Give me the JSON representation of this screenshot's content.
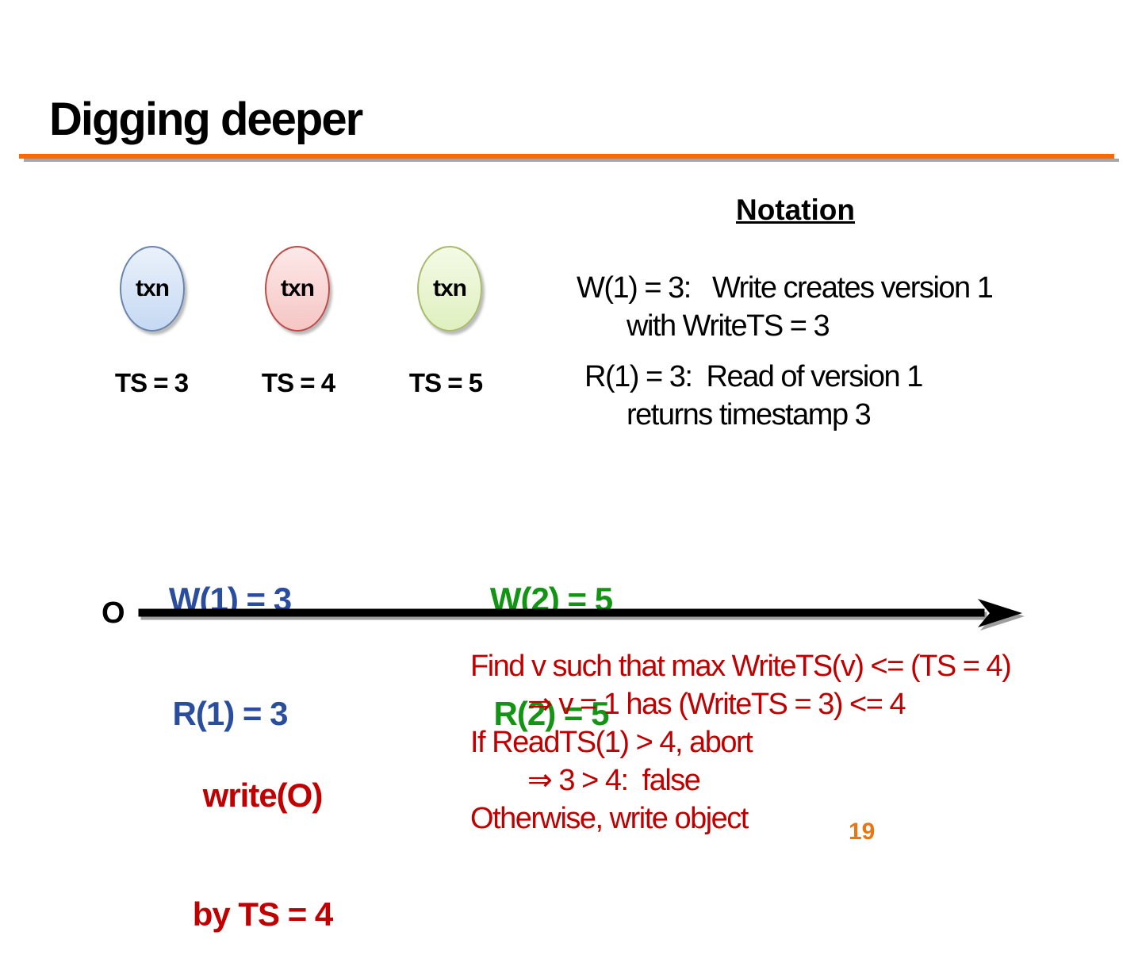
{
  "slide": {
    "title": "Digging deeper",
    "page_number": "19"
  },
  "transactions": [
    {
      "label": "txn",
      "ts_label": "TS = 3",
      "fill": "#C6D9F3",
      "border": "#6B84AE"
    },
    {
      "label": "txn",
      "ts_label": "TS = 4",
      "fill": "#F5C6C4",
      "border": "#BE4B48"
    },
    {
      "label": "txn",
      "ts_label": "TS = 5",
      "fill": "#DFF0BF",
      "border": "#A9BA6C"
    }
  ],
  "notation": {
    "heading": "Notation",
    "line1": "W(1) = 3:   Write creates version 1",
    "line2": "with WriteTS = 3",
    "line3": "R(1) = 3:  Read of version 1",
    "line4": "returns timestamp 3"
  },
  "timeline": {
    "object_label": "O",
    "version1": {
      "line1": "W(1) = 3",
      "line2": "R(1) = 3",
      "color": "#2A4D9E"
    },
    "version2": {
      "line1": "W(2) = 5",
      "line2": "R(2) = 5",
      "color": "#149414"
    }
  },
  "write_attempt": {
    "line1": "write(O)",
    "line2": "by TS = 4",
    "color": "#C00000"
  },
  "algorithm": {
    "lines": [
      {
        "text": "Find v such that max WriteTS(v) <= (TS = 4)",
        "indent": false
      },
      {
        "text": "⇒ v = 1 has (WriteTS = 3) <= 4",
        "indent": true
      },
      {
        "text": "If ReadTS(1) > 4, abort",
        "indent": false
      },
      {
        "text": "⇒ 3 > 4:  false",
        "indent": true
      },
      {
        "text": "Otherwise, write object",
        "indent": false
      }
    ],
    "color": "#C00000"
  },
  "colors": {
    "title_rule_orange": "#FF6A00",
    "title_rule_shadow": "#A6A6A6",
    "timeline_arrow": "#000000",
    "timeline_arrow_shadow": "#9E9E9E",
    "page_number_orange": "#E87613"
  }
}
